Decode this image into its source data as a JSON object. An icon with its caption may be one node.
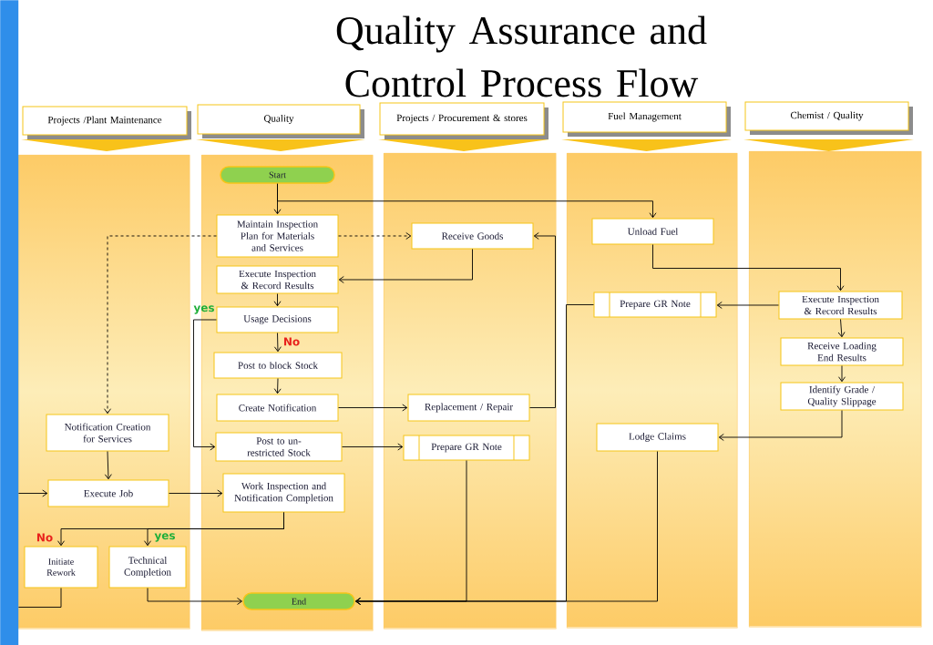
{
  "diagram": {
    "title": "Quality Assurance and Control Process Flow",
    "nodes": [
      {
        "text": [
          "Projects /Plant Maintenance"
        ]
      },
      {
        "text": [
          "Quality"
        ]
      },
      {
        "text": [
          "Projects / Procurement & stores"
        ]
      },
      {
        "text": [
          "Fuel Management"
        ]
      },
      {
        "text": [
          "Chemist / Quality"
        ]
      },
      {
        "text": [],
        "shape": "box"
      },
      {
        "text": [],
        "shape": "box"
      },
      {
        "text": [],
        "shape": "box"
      },
      {
        "text": [],
        "shape": "box"
      },
      {
        "text": [],
        "shape": "box"
      },
      {
        "text": [
          "Start"
        ],
        "in": 6
      },
      {
        "text": [
          "Maintain Inspection Plan for Materials and Services"
        ],
        "in": 6
      },
      {
        "text": [
          "Execute Inspection & Record Results"
        ],
        "in": 6
      },
      {
        "text": [
          "Usage Decisions"
        ],
        "in": 6
      },
      {
        "text": [
          "Post to block Stock"
        ],
        "in": 6
      },
      {
        "text": [
          "Create Notification"
        ],
        "in": 6
      },
      {
        "text": [
          "Post to un-restricted Stock"
        ],
        "in": 6
      },
      {
        "text": [
          "Work Inspection and Notification Completion"
        ],
        "in": 6
      },
      {
        "text": [
          "Receive Goods"
        ],
        "in": 7
      },
      {
        "text": [
          "Replacement / Repair"
        ],
        "in": 7
      },
      {
        "text": [
          "Prepare GR Note"
        ],
        "in": 7
      },
      {
        "text": [
          "Unload Fuel"
        ],
        "in": 8
      },
      {
        "text": [
          "Prepare GR Note"
        ],
        "in": 8
      },
      {
        "text": [
          "Lodge Claims"
        ],
        "in": 8
      },
      {
        "text": [
          "Execute Inspection & Record Results"
        ],
        "in": 9
      },
      {
        "text": [
          "Receive Loading End Results"
        ],
        "in": 9
      },
      {
        "text": [
          "Identify Grade / Quality Slippage"
        ],
        "in": 9
      },
      {
        "text": [
          "Notification Creation for Services"
        ],
        "in": 5
      },
      {
        "text": [
          "Execute Job"
        ],
        "in": 5
      },
      {
        "text": [
          "Initiate Rework"
        ],
        "in": 5
      },
      {
        "text": [
          "Technical Completion"
        ],
        "in": 5
      },
      {
        "text": [
          "End"
        ],
        "in": 6
      },
      {
        "text": [],
        "shape": "bar"
      }
    ],
    "edges": [
      {
        "from": 10,
        "to": 11,
        "arrow": "to"
      },
      {
        "from": 10,
        "to": 21,
        "arrow": "to"
      },
      {
        "from": 11,
        "to": 18,
        "arrow": "to",
        "style": "dashed"
      },
      {
        "from": 11,
        "to": 27,
        "arrow": "to",
        "style": "dashed"
      },
      {
        "from": 18,
        "to": 12,
        "arrow": "to"
      },
      {
        "from": 12,
        "to": 13,
        "arrow": "to"
      },
      {
        "from": 13,
        "to": 14,
        "arrow": "to",
        "label": "No"
      },
      {
        "from": 13,
        "to": 16,
        "arrow": "to",
        "label": "yes"
      },
      {
        "from": 14,
        "to": 15,
        "arrow": "to"
      },
      {
        "from": 15,
        "to": 19,
        "arrow": "to"
      },
      {
        "from": 19,
        "to": 18,
        "arrow": "to"
      },
      {
        "from": 16,
        "to": 20,
        "arrow": "to"
      },
      {
        "from": 21,
        "to": 24,
        "arrow": "to"
      },
      {
        "from": 24,
        "to": 22,
        "arrow": "to"
      },
      {
        "from": 24,
        "to": 25,
        "arrow": "to"
      },
      {
        "from": 25,
        "to": 26,
        "arrow": "to"
      },
      {
        "from": 26,
        "to": 23,
        "arrow": "to"
      },
      {
        "from": 27,
        "to": 28,
        "arrow": "to"
      },
      {
        "from": 28,
        "to": 17,
        "arrow": "to"
      },
      {
        "from": 17,
        "to": 29,
        "arrow": "to",
        "label": "No"
      },
      {
        "from": 17,
        "to": 30,
        "arrow": "to",
        "label": "yes"
      },
      {
        "from": 30,
        "to": 31,
        "arrow": "to"
      },
      {
        "from": 20,
        "to": 31,
        "arrow": "to"
      },
      {
        "from": 22,
        "to": 31,
        "arrow": "to"
      },
      {
        "from": 23,
        "to": 31,
        "arrow": "to"
      },
      {
        "from": 32,
        "to": 28,
        "arrow": "to"
      },
      {
        "from": 29,
        "to": 32,
        "arrow": "none"
      }
    ]
  }
}
